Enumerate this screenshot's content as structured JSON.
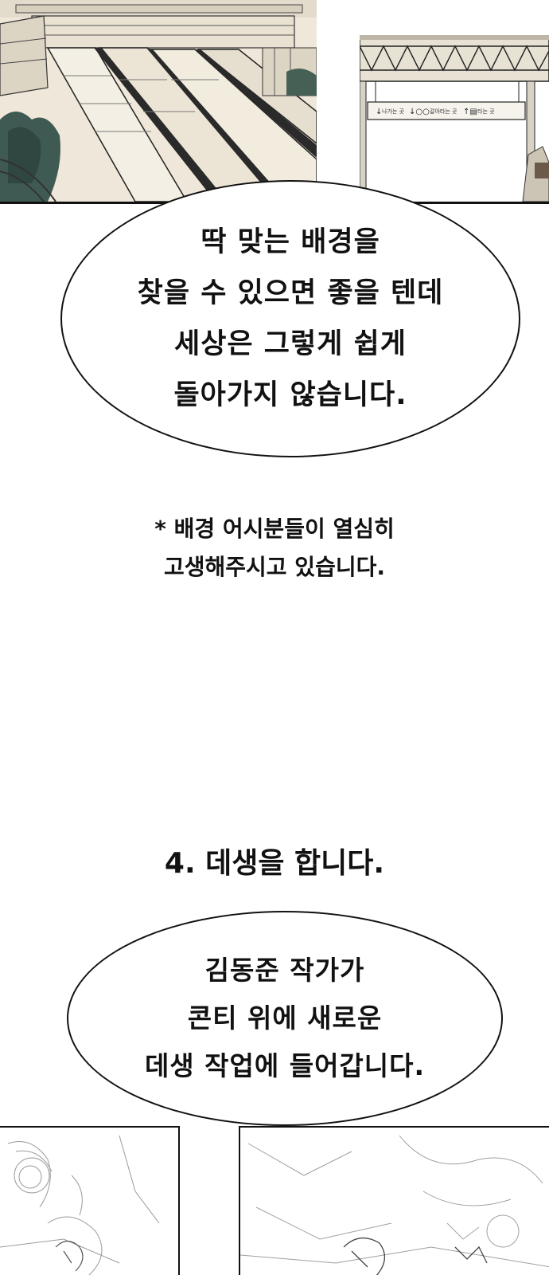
{
  "panel1": {
    "alt": "train station illustration"
  },
  "panel2": {
    "sign": {
      "exit_label": "나가는 곳",
      "transfer_label": "갈아타는 곳",
      "board_label": "타는 곳"
    }
  },
  "bubble1": {
    "text": "딱 맞는 배경을\n찾을 수 있으면 좋을 텐데\n세상은 그렇게 쉽게\n돌아가지 않습니다."
  },
  "note": {
    "text": "* 배경 어시분들이 열심히\n고생해주시고 있습니다."
  },
  "step4": {
    "text": "4. 데생을 합니다."
  },
  "bubble2": {
    "text": "김동준 작가가\n콘티 위에 새로운\n데생 작업에 들어갑니다."
  }
}
